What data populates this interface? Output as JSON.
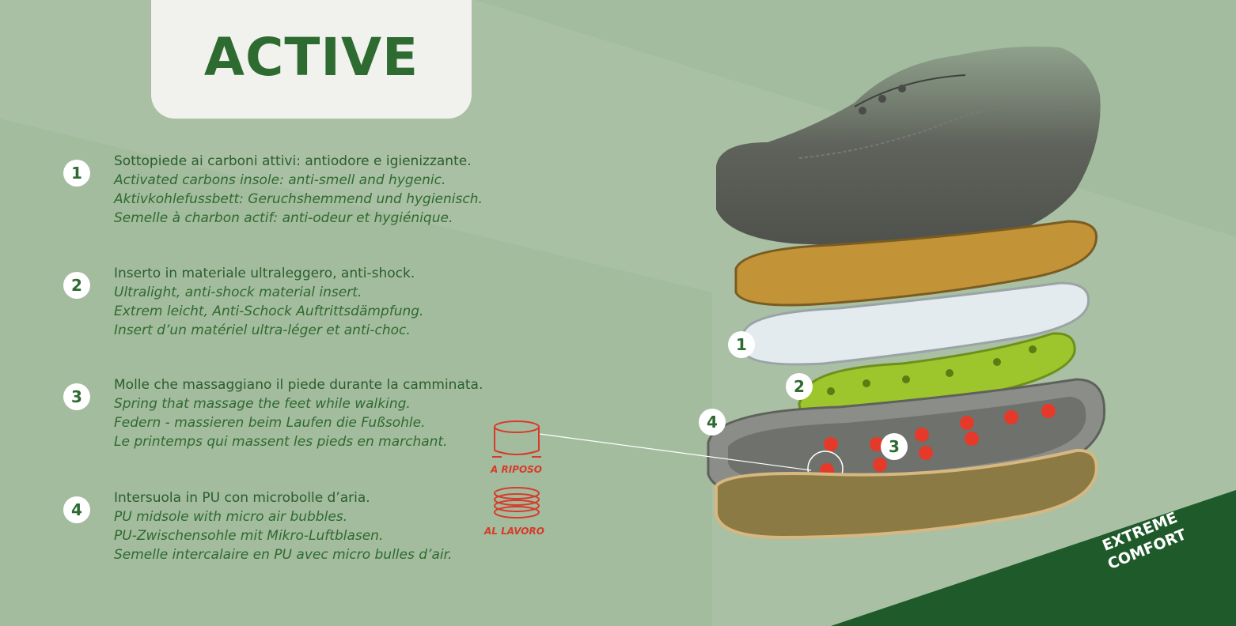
{
  "logo": {
    "text": "ACTIVE"
  },
  "features": [
    {
      "number": "1",
      "lines": [
        "Sottopiede ai carboni attivi: antiodore e igienizzante.",
        "Activated carbons insole: anti-smell and hygenic.",
        "Aktivkohlefussbett: Geruchshemmend und hygienisch.",
        "Semelle à charbon actif: anti-odeur et hygiénique."
      ]
    },
    {
      "number": "2",
      "lines": [
        "Inserto in materiale ultraleggero, anti-shock.",
        "Ultralight, anti-shock material insert.",
        "Extrem leicht, Anti-Schock Auftrittsdämpfung.",
        "Insert d’un matériel ultra-léger et anti-choc."
      ]
    },
    {
      "number": "3",
      "lines": [
        "Molle che massaggiano il piede durante la camminata.",
        "Spring that massage the feet while walking.",
        "Federn - massieren beim Laufen die Fußsohle.",
        "Le printemps qui massent les pieds en marchant."
      ]
    },
    {
      "number": "4",
      "lines": [
        "Intersuola in PU con microbolle d’aria.",
        "PU midsole with micro air bubbles.",
        "PU-Zwischensohle mit Mikro-Luftblasen.",
        "Semelle intercalaire en PU avec micro bulles d’air."
      ]
    }
  ],
  "springs": {
    "rest_label": "A RIPOSO",
    "work_label": "AL LAVORO"
  },
  "callouts": [
    "1",
    "2",
    "3",
    "4"
  ],
  "badge": {
    "line1": "EXTREME",
    "line2": "COMFORT"
  },
  "colors": {
    "brand_green": "#2e6b31",
    "background": "#a9c0a4",
    "accent_red": "#d83a2a",
    "badge_green": "#1f5a2a"
  }
}
